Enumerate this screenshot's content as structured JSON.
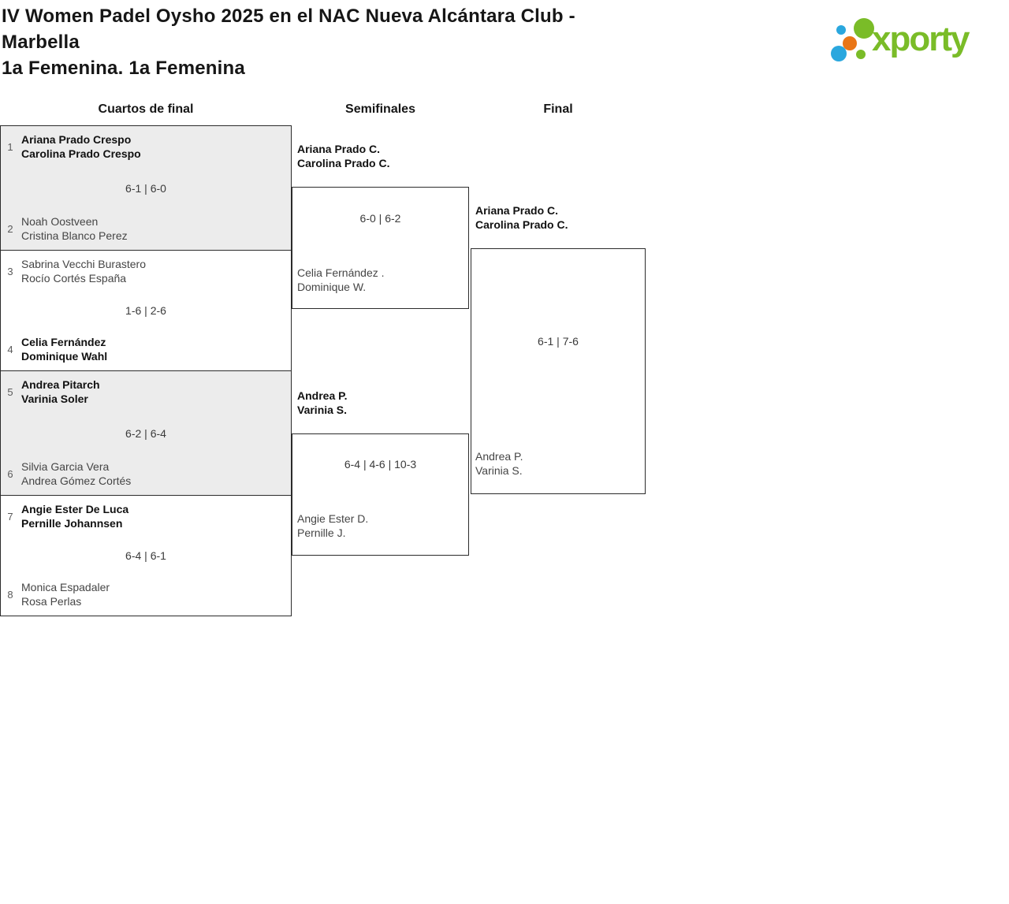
{
  "page": {
    "title": "IV Women Padel Oysho 2025 en el NAC Nueva Alcántara Club - Marbella",
    "subtitle": "1a Femenina. 1a Femenina"
  },
  "logo": {
    "text": "xporty",
    "colors": {
      "green": "#7ABC28",
      "blue": "#2AA7DE",
      "orange": "#E97617"
    }
  },
  "round_headers": [
    "Cuartos de final",
    "Semifinales",
    "Final"
  ],
  "quarterfinals": [
    {
      "top": {
        "seed": "1",
        "players": [
          "Ariana Prado Crespo",
          "Carolina Prado Crespo"
        ],
        "winner": true
      },
      "score": "6-1 | 6-0",
      "bottom": {
        "seed": "2",
        "players": [
          "Noah Oostveen",
          "Cristina Blanco Perez"
        ],
        "winner": false
      }
    },
    {
      "top": {
        "seed": "3",
        "players": [
          "Sabrina Vecchi Burastero",
          "Rocío Cortés España"
        ],
        "winner": false
      },
      "score": "1-6 | 2-6",
      "bottom": {
        "seed": "4",
        "players": [
          "Celia Fernández",
          "Dominique Wahl"
        ],
        "winner": true
      }
    },
    {
      "top": {
        "seed": "5",
        "players": [
          "Andrea Pitarch",
          "Varinia Soler"
        ],
        "winner": true
      },
      "score": "6-2 | 6-4",
      "bottom": {
        "seed": "6",
        "players": [
          "Silvia Garcia Vera",
          "Andrea Gómez Cortés"
        ],
        "winner": false
      }
    },
    {
      "top": {
        "seed": "7",
        "players": [
          "Angie Ester De Luca",
          "Pernille Johannsen"
        ],
        "winner": true
      },
      "score": "6-4 | 6-1",
      "bottom": {
        "seed": "8",
        "players": [
          "Monica Espadaler",
          "Rosa Perlas"
        ],
        "winner": false
      }
    }
  ],
  "semifinals": [
    {
      "top": {
        "players": [
          "Ariana Prado C.",
          "Carolina Prado C."
        ],
        "winner": true
      },
      "score": "6-0 | 6-2",
      "bottom": {
        "players": [
          "Celia Fernández .",
          "Dominique W."
        ],
        "winner": false
      }
    },
    {
      "top": {
        "players": [
          "Andrea P.",
          "Varinia S."
        ],
        "winner": true
      },
      "score": "6-4 | 4-6 | 10-3",
      "bottom": {
        "players": [
          "Angie Ester D.",
          "Pernille J."
        ],
        "winner": false
      }
    }
  ],
  "final": {
    "top": {
      "players": [
        "Ariana Prado C.",
        "Carolina Prado C."
      ],
      "winner": true
    },
    "score": "6-1 | 7-6",
    "bottom": {
      "players": [
        "Andrea P.",
        "Varinia S."
      ],
      "winner": false
    }
  }
}
